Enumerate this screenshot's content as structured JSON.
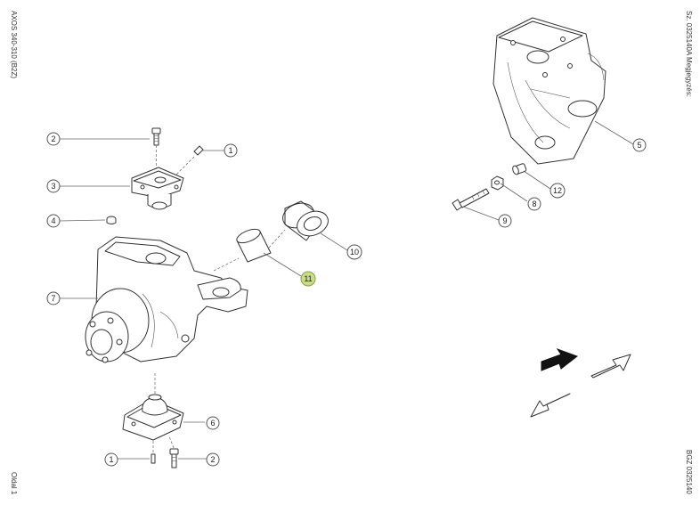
{
  "side_texts": {
    "left_top": "AXOS 340-310 (B2Z)",
    "left_bottom": "Oldal 1",
    "right_top": "Sz. 0325140A  Megjegyzés:",
    "right_bottom": "BGZ 0325140"
  },
  "callouts": [
    {
      "key": "c2a",
      "label": "2"
    },
    {
      "key": "c1a",
      "label": "1"
    },
    {
      "key": "c3",
      "label": "3"
    },
    {
      "key": "c4",
      "label": "4"
    },
    {
      "key": "c7",
      "label": "7"
    },
    {
      "key": "c10",
      "label": "10"
    },
    {
      "key": "c11",
      "label": "11",
      "highlighted": true
    },
    {
      "key": "c5",
      "label": "5"
    },
    {
      "key": "c12",
      "label": "12"
    },
    {
      "key": "c8",
      "label": "8"
    },
    {
      "key": "c9",
      "label": "9"
    },
    {
      "key": "c6",
      "label": "6"
    },
    {
      "key": "c1b",
      "label": "1"
    },
    {
      "key": "c2b",
      "label": "2"
    }
  ],
  "colors": {
    "highlight_fill": "#c9dc8c",
    "line": "#333333",
    "arrow_black": "#111111"
  },
  "icons": [
    "navigation-arrows-icon"
  ]
}
